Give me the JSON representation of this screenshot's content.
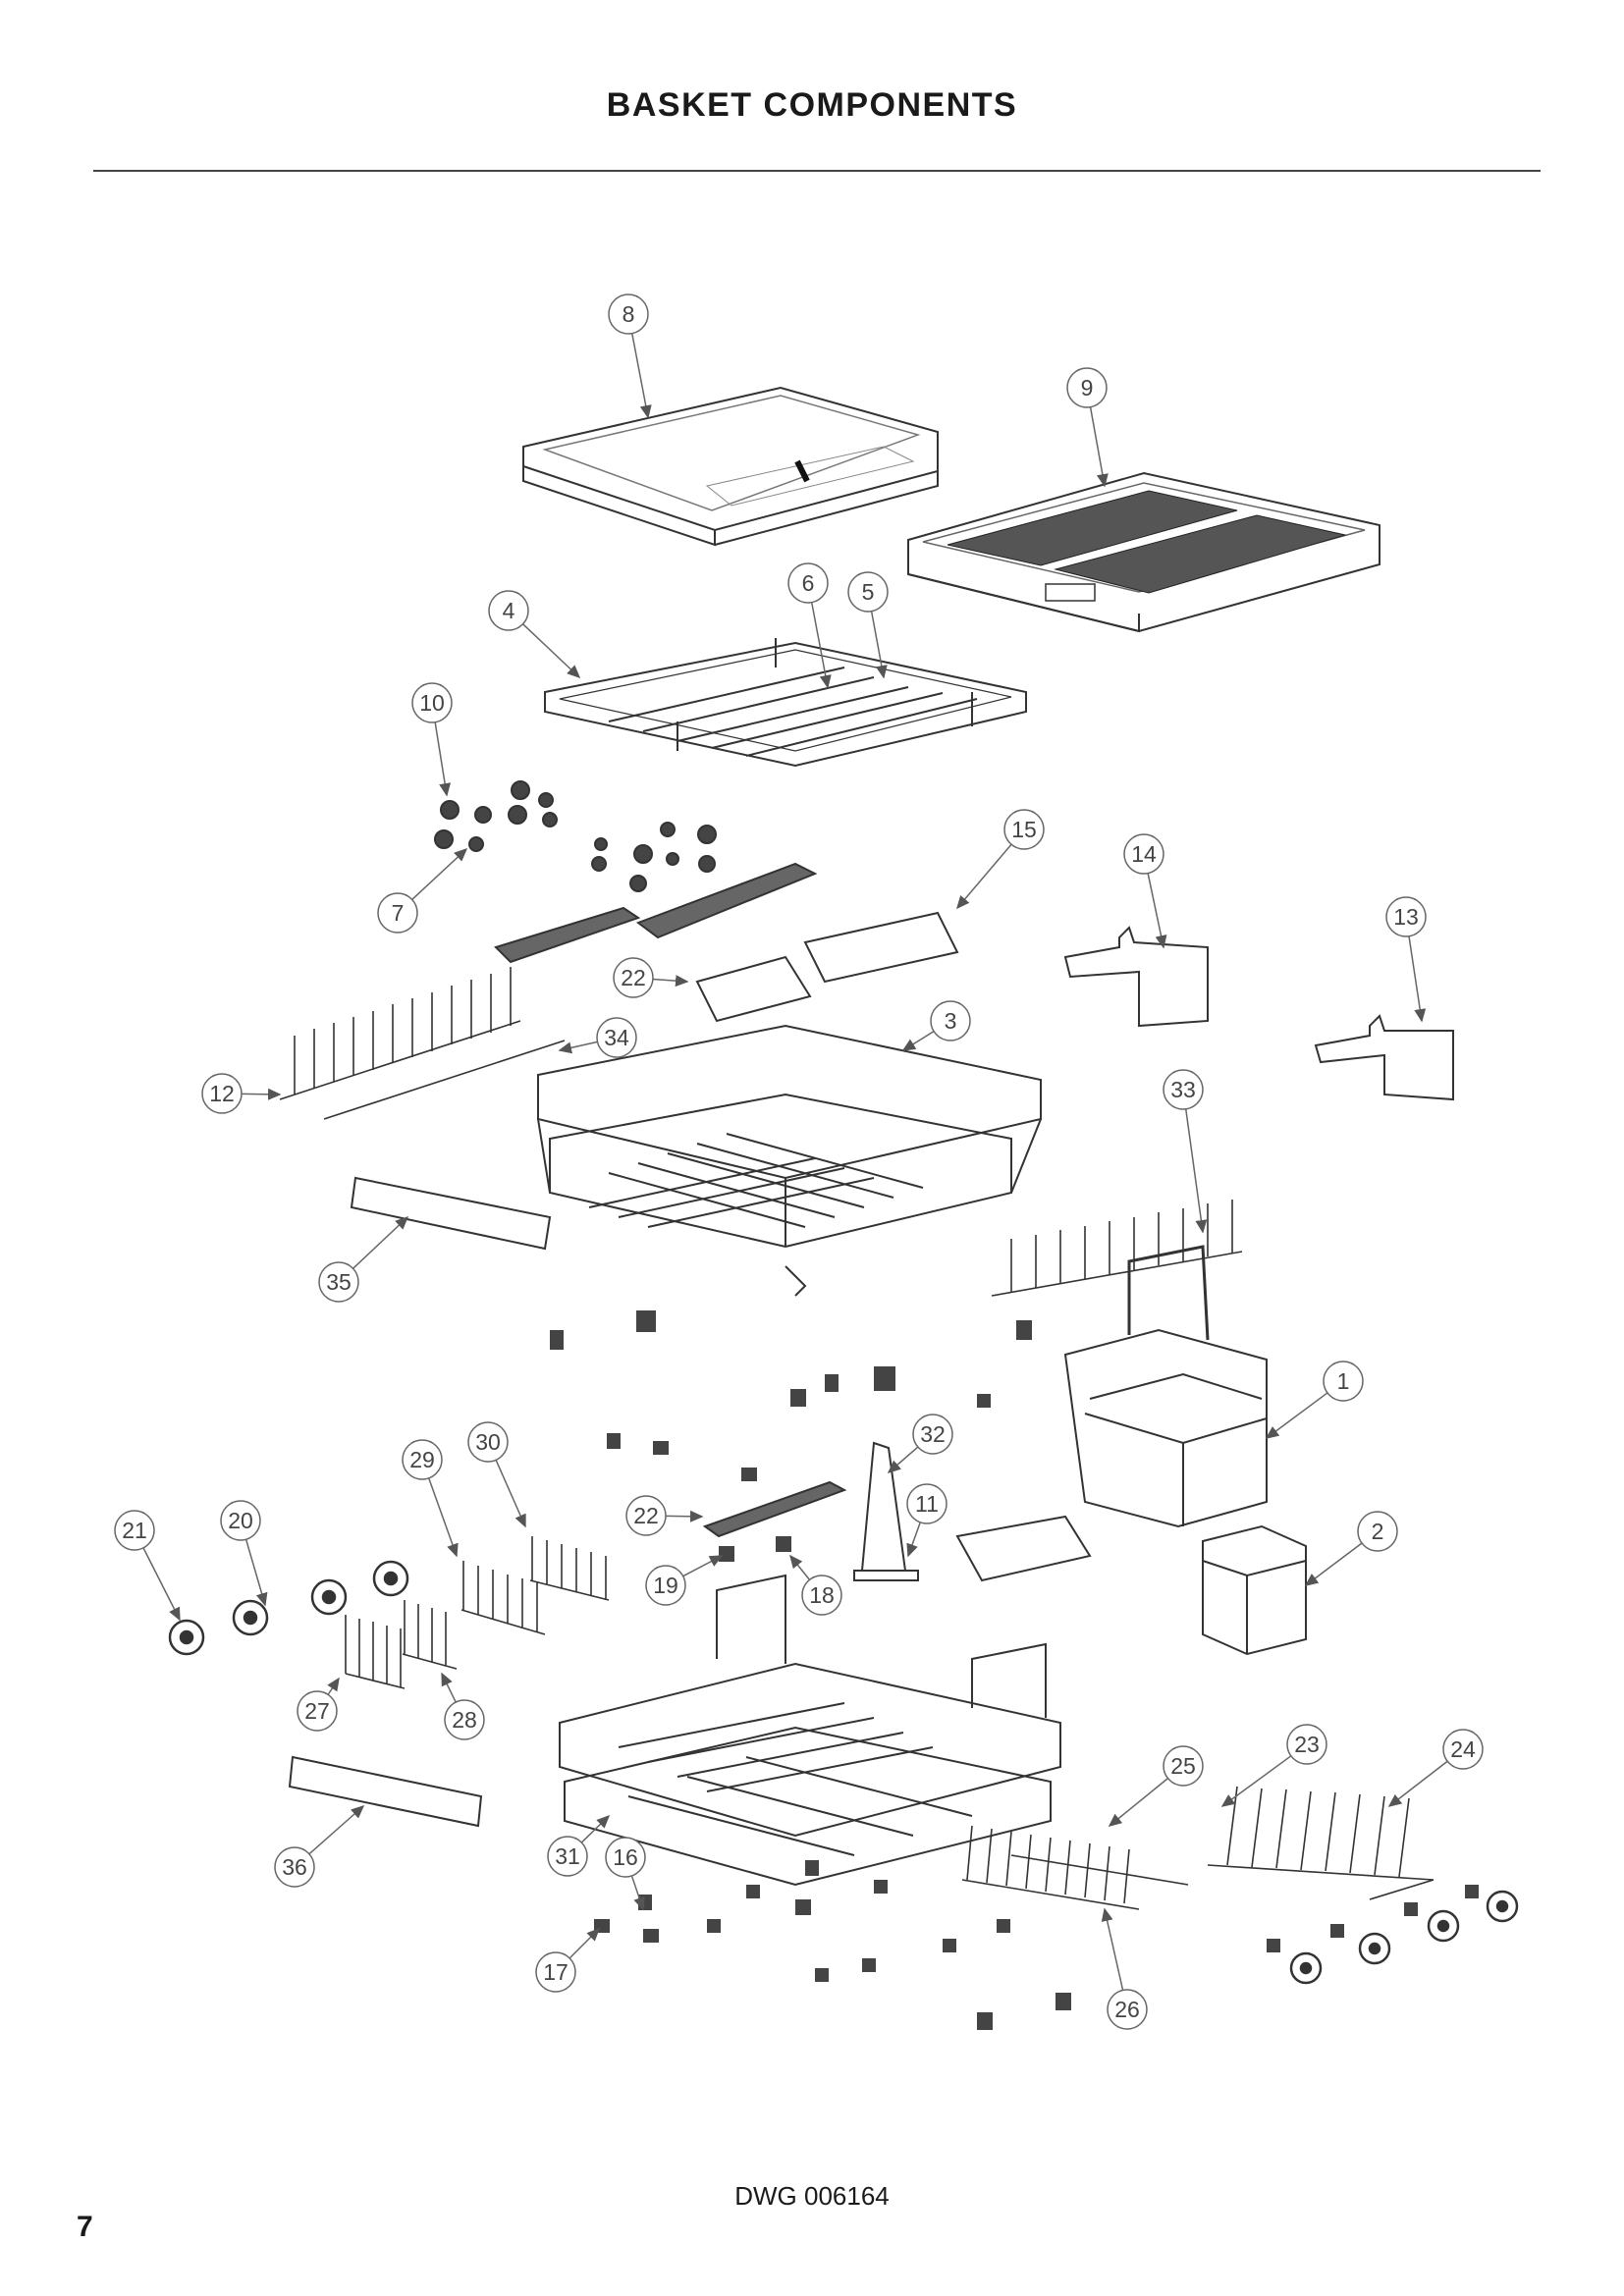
{
  "header": {
    "title": "BASKET COMPONENTS"
  },
  "footer": {
    "drawing_number": "DWG 006164",
    "page_number": "7"
  },
  "parts": [
    {
      "id": "8",
      "label": "8"
    },
    {
      "id": "9",
      "label": "9"
    },
    {
      "id": "6",
      "label": "6"
    },
    {
      "id": "5",
      "label": "5"
    },
    {
      "id": "4",
      "label": "4"
    },
    {
      "id": "10",
      "label": "10"
    },
    {
      "id": "15",
      "label": "15"
    },
    {
      "id": "14",
      "label": "14"
    },
    {
      "id": "7",
      "label": "7"
    },
    {
      "id": "13",
      "label": "13"
    },
    {
      "id": "22a",
      "label": "22"
    },
    {
      "id": "3",
      "label": "3"
    },
    {
      "id": "34",
      "label": "34"
    },
    {
      "id": "12",
      "label": "12"
    },
    {
      "id": "33",
      "label": "33"
    },
    {
      "id": "35",
      "label": "35"
    },
    {
      "id": "1",
      "label": "1"
    },
    {
      "id": "32",
      "label": "32"
    },
    {
      "id": "30",
      "label": "30"
    },
    {
      "id": "29",
      "label": "29"
    },
    {
      "id": "11",
      "label": "11"
    },
    {
      "id": "2",
      "label": "2"
    },
    {
      "id": "21",
      "label": "21"
    },
    {
      "id": "20",
      "label": "20"
    },
    {
      "id": "22b",
      "label": "22"
    },
    {
      "id": "19",
      "label": "19"
    },
    {
      "id": "18",
      "label": "18"
    },
    {
      "id": "27",
      "label": "27"
    },
    {
      "id": "28",
      "label": "28"
    },
    {
      "id": "23",
      "label": "23"
    },
    {
      "id": "24",
      "label": "24"
    },
    {
      "id": "25",
      "label": "25"
    },
    {
      "id": "36",
      "label": "36"
    },
    {
      "id": "31",
      "label": "31"
    },
    {
      "id": "16",
      "label": "16"
    },
    {
      "id": "17",
      "label": "17"
    },
    {
      "id": "26",
      "label": "26"
    }
  ]
}
